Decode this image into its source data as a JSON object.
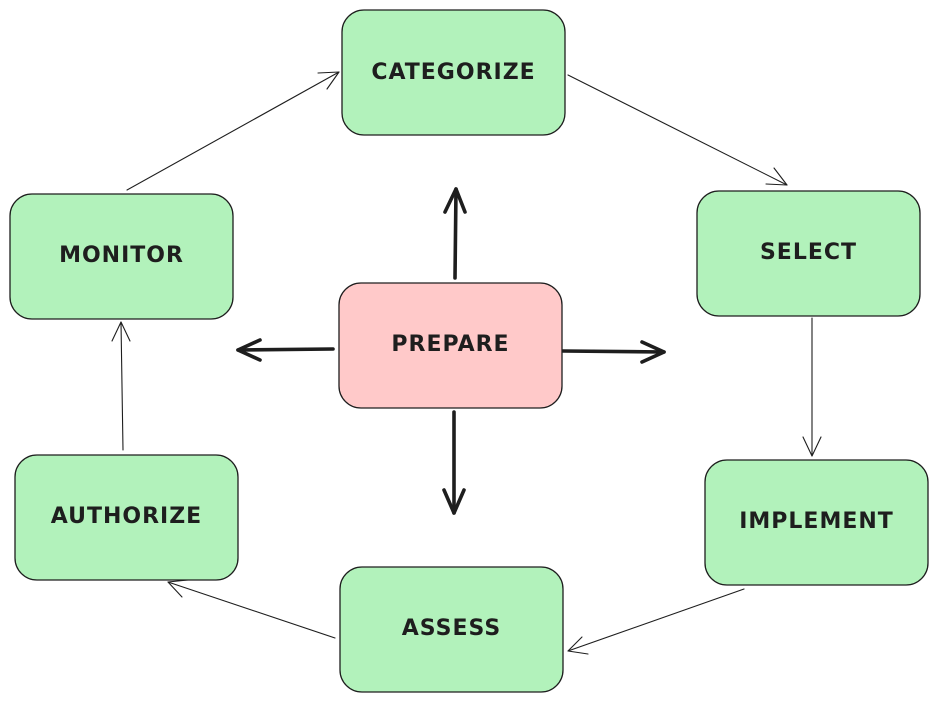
{
  "diagram": {
    "type": "cycle",
    "colors": {
      "step_fill": "#b2f2bb",
      "center_fill": "#ffc9c9",
      "stroke": "#1e1e1e"
    },
    "center": {
      "id": "prepare",
      "label": "PREPARE"
    },
    "steps": [
      {
        "id": "categorize",
        "label": "CATEGORIZE"
      },
      {
        "id": "select",
        "label": "SELECT"
      },
      {
        "id": "implement",
        "label": "IMPLEMENT"
      },
      {
        "id": "assess",
        "label": "ASSESS"
      },
      {
        "id": "authorize",
        "label": "AUTHORIZE"
      },
      {
        "id": "monitor",
        "label": "MONITOR"
      }
    ],
    "edges": [
      {
        "from": "categorize",
        "to": "select"
      },
      {
        "from": "select",
        "to": "implement"
      },
      {
        "from": "implement",
        "to": "assess"
      },
      {
        "from": "assess",
        "to": "authorize"
      },
      {
        "from": "authorize",
        "to": "monitor"
      },
      {
        "from": "monitor",
        "to": "categorize"
      }
    ],
    "center_arrows": [
      "up",
      "right",
      "down",
      "left"
    ]
  }
}
